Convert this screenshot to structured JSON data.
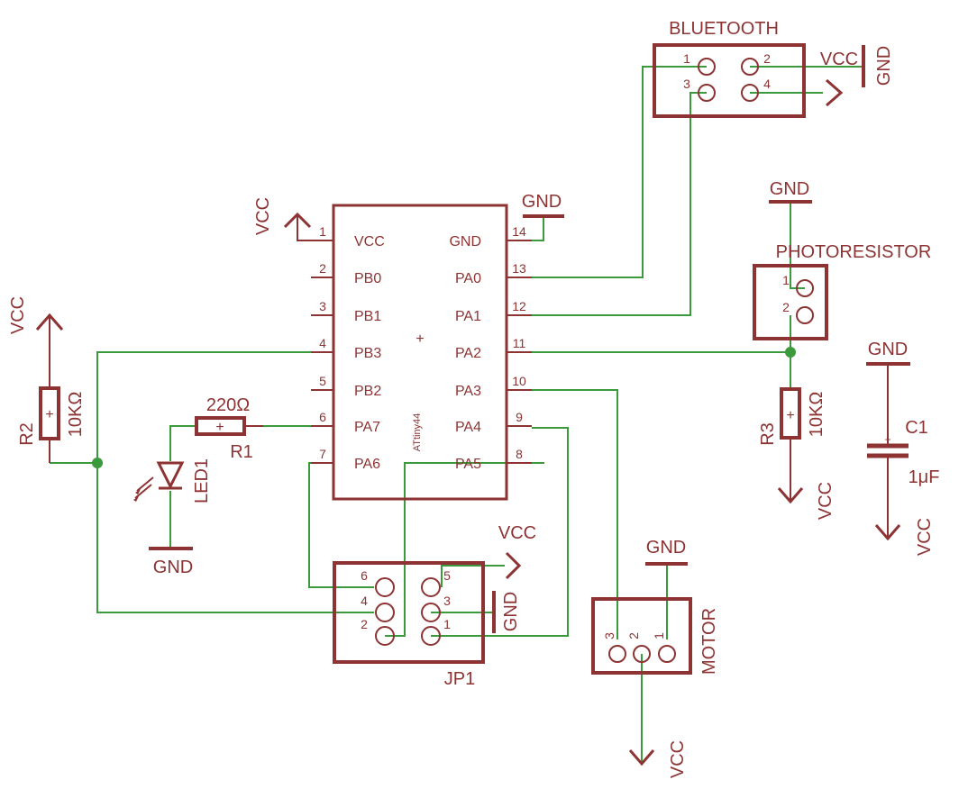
{
  "ic": {
    "part": "ATtiny44",
    "left_pins": [
      {
        "num": "1",
        "name": "VCC"
      },
      {
        "num": "2",
        "name": "PB0"
      },
      {
        "num": "3",
        "name": "PB1"
      },
      {
        "num": "4",
        "name": "PB3"
      },
      {
        "num": "5",
        "name": "PB2"
      },
      {
        "num": "6",
        "name": "PA7"
      },
      {
        "num": "7",
        "name": "PA6"
      }
    ],
    "right_pins": [
      {
        "num": "14",
        "name": "GND"
      },
      {
        "num": "13",
        "name": "PA0"
      },
      {
        "num": "12",
        "name": "PA1"
      },
      {
        "num": "11",
        "name": "PA2"
      },
      {
        "num": "10",
        "name": "PA3"
      },
      {
        "num": "9",
        "name": "PA4"
      },
      {
        "num": "8",
        "name": "PA5"
      }
    ]
  },
  "bluetooth": {
    "label": "BLUETOOTH",
    "pins": [
      "1",
      "2",
      "3",
      "4"
    ]
  },
  "photoresistor": {
    "label": "PHOTORESISTOR",
    "pins": [
      "1",
      "2"
    ]
  },
  "motor": {
    "label": "MOTOR",
    "pins": [
      "3",
      "2",
      "1"
    ]
  },
  "jp1": {
    "label": "JP1",
    "pins": [
      "6",
      "4",
      "2",
      "5",
      "3",
      "1"
    ]
  },
  "r1": {
    "name": "R1",
    "value": "220Ω"
  },
  "r2": {
    "name": "R2",
    "value": "10KΩ"
  },
  "r3": {
    "name": "R3",
    "value": "10KΩ"
  },
  "c1": {
    "name": "C1",
    "value": "1μF"
  },
  "led1": {
    "name": "LED1"
  },
  "power": {
    "vcc": "VCC",
    "gnd": "GND"
  },
  "colors": {
    "symbol": "#8d3333",
    "wire": "#3b9a3b"
  }
}
